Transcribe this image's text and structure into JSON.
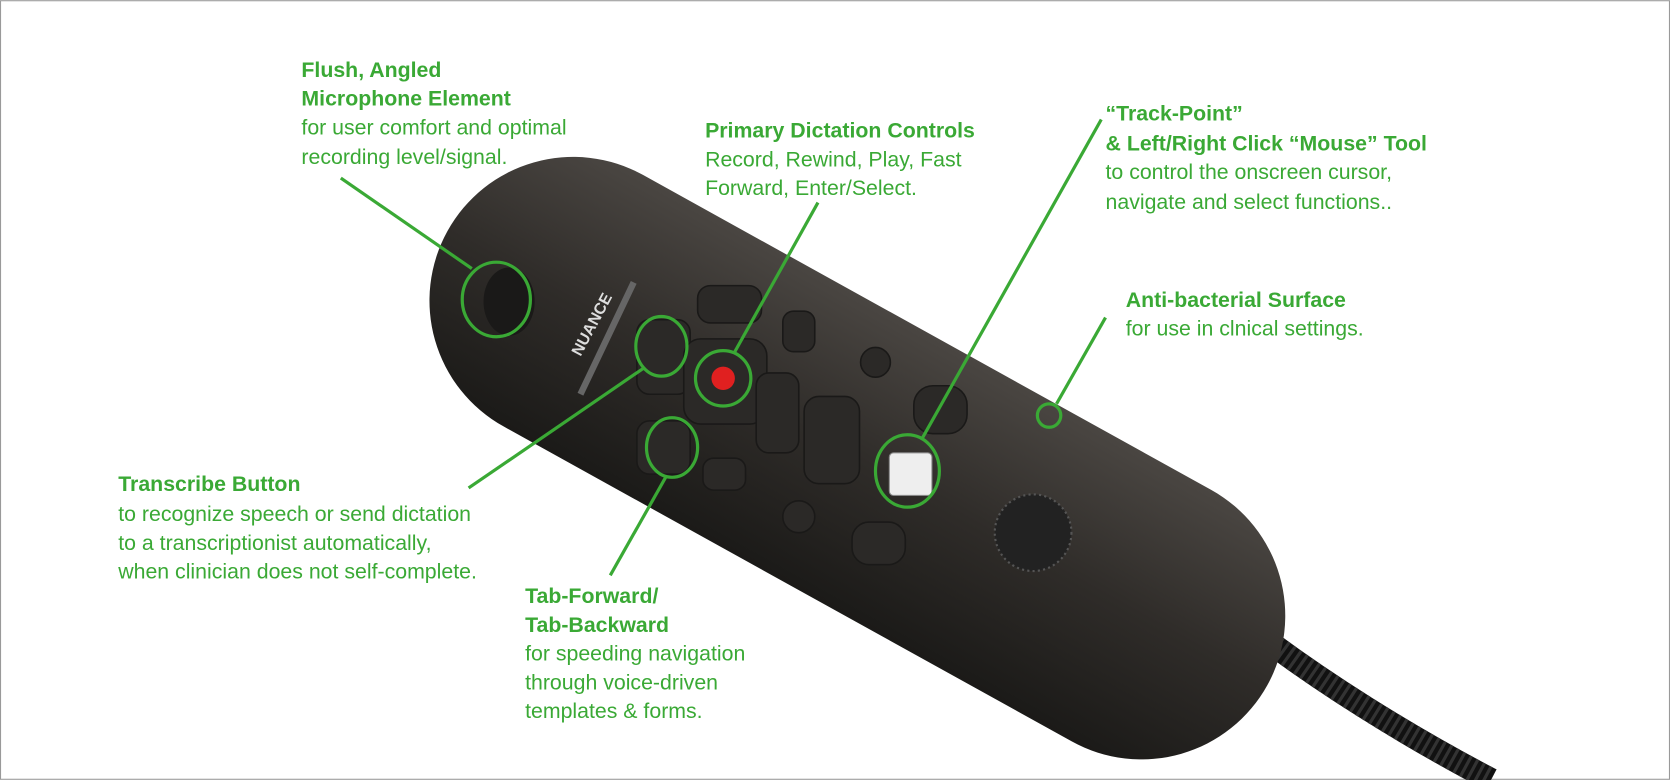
{
  "colors": {
    "accent": "#3aa935",
    "device": "#2f2c29",
    "record": "#e02020"
  },
  "device": {
    "brand": "NUANCE"
  },
  "callouts": [
    {
      "title": [
        "Flush, Angled",
        "Microphone Element"
      ],
      "body": [
        "for user comfort and optimal",
        "recording level/signal."
      ]
    },
    {
      "title": [
        "Primary Dictation Controls"
      ],
      "body": [
        "Record, Rewind, Play, Fast",
        "Forward, Enter/Select."
      ]
    },
    {
      "title": [
        "“Track-Point”",
        "& Left/Right Click “Mouse” Tool"
      ],
      "body": [
        "to control the onscreen cursor,",
        "navigate and select functions.."
      ]
    },
    {
      "title": [
        "Anti-bacterial Surface"
      ],
      "body": [
        "for use in clnical settings."
      ]
    },
    {
      "title": [
        "Transcribe Button"
      ],
      "body": [
        "to recognize speech or send dictation",
        "to a transcriptionist automatically,",
        "when clinician does not self-complete."
      ]
    },
    {
      "title": [
        "Tab-Forward/",
        "Tab-Backward"
      ],
      "body": [
        "for speeding  navigation",
        "through  voice-driven",
        "templates & forms."
      ]
    }
  ]
}
